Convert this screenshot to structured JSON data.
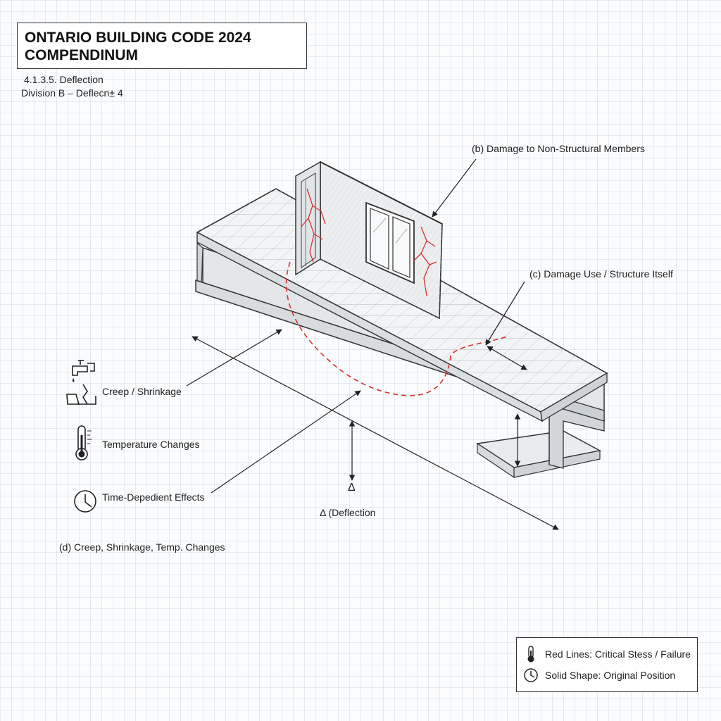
{
  "header": {
    "title_line1": "ONTARIO BUILDING CODE 2024",
    "title_line2": "COMPENDINUM",
    "section": "4.1.3.5. Deflection",
    "division": "Division B – Deflecn± 4"
  },
  "callouts": {
    "b": "(b) Damage to Non-Structural Members",
    "c": "(c) Damage Use / Structure Itself",
    "d": "(d) Creep, Shrinkage, Temp. Changes",
    "delta_symbol": "Δ",
    "delta_label": "Δ (Deflection"
  },
  "factors": [
    {
      "icon": "faucet-crack-icon",
      "label": "Creep / Shrinkage"
    },
    {
      "icon": "thermometer-icon",
      "label": "Temperature Changes"
    },
    {
      "icon": "clock-icon",
      "label": "Time-Depedient Effects"
    }
  ],
  "legend": {
    "red_lines": "Red Lines: Critical Stess / Failure",
    "solid_shape": "Solid Shape: Original Position",
    "red_color": "#d9302c"
  }
}
